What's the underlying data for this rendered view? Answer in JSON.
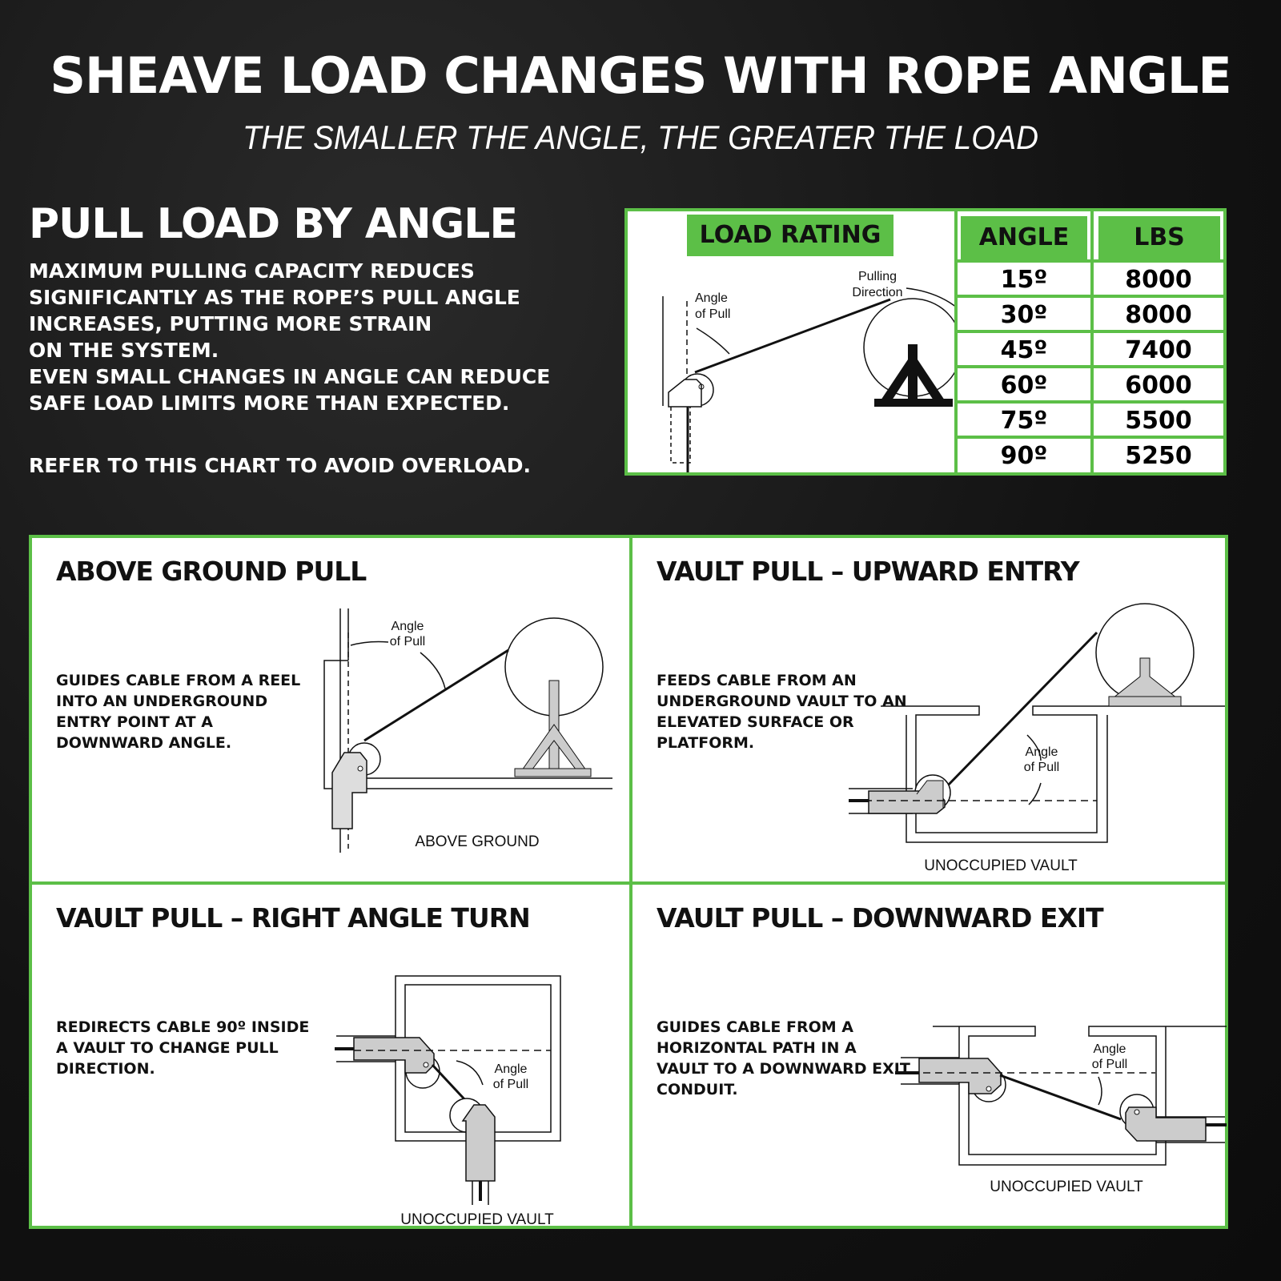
{
  "header": {
    "title": "SHEAVE LOAD CHANGES WITH ROPE ANGLE",
    "subtitle": "THE SMALLER THE ANGLE, THE GREATER THE LOAD"
  },
  "intro": {
    "heading": "PULL LOAD BY ANGLE",
    "lines": [
      "MAXIMUM PULLING CAPACITY REDUCES",
      "SIGNIFICANTLY AS THE ROPE’S PULL ANGLE",
      "INCREASES, PUTTING MORE STRAIN",
      "ON THE SYSTEM.",
      "EVEN SMALL CHANGES IN ANGLE CAN REDUCE",
      "SAFE LOAD LIMITS MORE THAN EXPECTED."
    ],
    "note": "REFER TO THIS CHART TO AVOID OVERLOAD."
  },
  "load_table": {
    "label": "LOAD RATING",
    "diagram_angle": "Angle",
    "diagram_of_pull": "of Pull",
    "diagram_pulling": "Pulling",
    "diagram_direction": "Direction",
    "headers": [
      "ANGLE",
      "LBS"
    ],
    "rows": [
      [
        "15º",
        "8000"
      ],
      [
        "30º",
        "8000"
      ],
      [
        "45º",
        "7400"
      ],
      [
        "60º",
        "6000"
      ],
      [
        "75º",
        "5500"
      ],
      [
        "90º",
        "5250"
      ]
    ]
  },
  "colors": {
    "accent": "#5cbf47",
    "background": "#151515"
  },
  "panels": [
    {
      "title": "ABOVE GROUND PULL",
      "desc": "GUIDES CABLE FROM A REEL INTO AN UNDERGROUND ENTRY POINT AT A DOWNWARD ANGLE.",
      "angle": "Angle",
      "of_pull": "of Pull",
      "caption": "ABOVE GROUND"
    },
    {
      "title": "VAULT PULL – UPWARD ENTRY",
      "desc": "FEEDS CABLE FROM AN UNDERGROUND VAULT TO AN ELEVATED SURFACE OR PLATFORM.",
      "angle": "Angle",
      "of_pull": "of Pull",
      "caption": "UNOCCUPIED VAULT"
    },
    {
      "title": "VAULT PULL – RIGHT ANGLE TURN",
      "desc": "REDIRECTS CABLE 90º INSIDE A VAULT TO CHANGE PULL DIRECTION.",
      "angle": "Angle",
      "of_pull": "of Pull",
      "caption": "UNOCCUPIED VAULT"
    },
    {
      "title": "VAULT PULL – DOWNWARD EXIT",
      "desc": "GUIDES CABLE FROM A HORIZONTAL PATH IN A VAULT TO A DOWNWARD EXIT CONDUIT.",
      "angle": "Angle",
      "of_pull": "of Pull",
      "caption": "UNOCCUPIED VAULT"
    }
  ]
}
